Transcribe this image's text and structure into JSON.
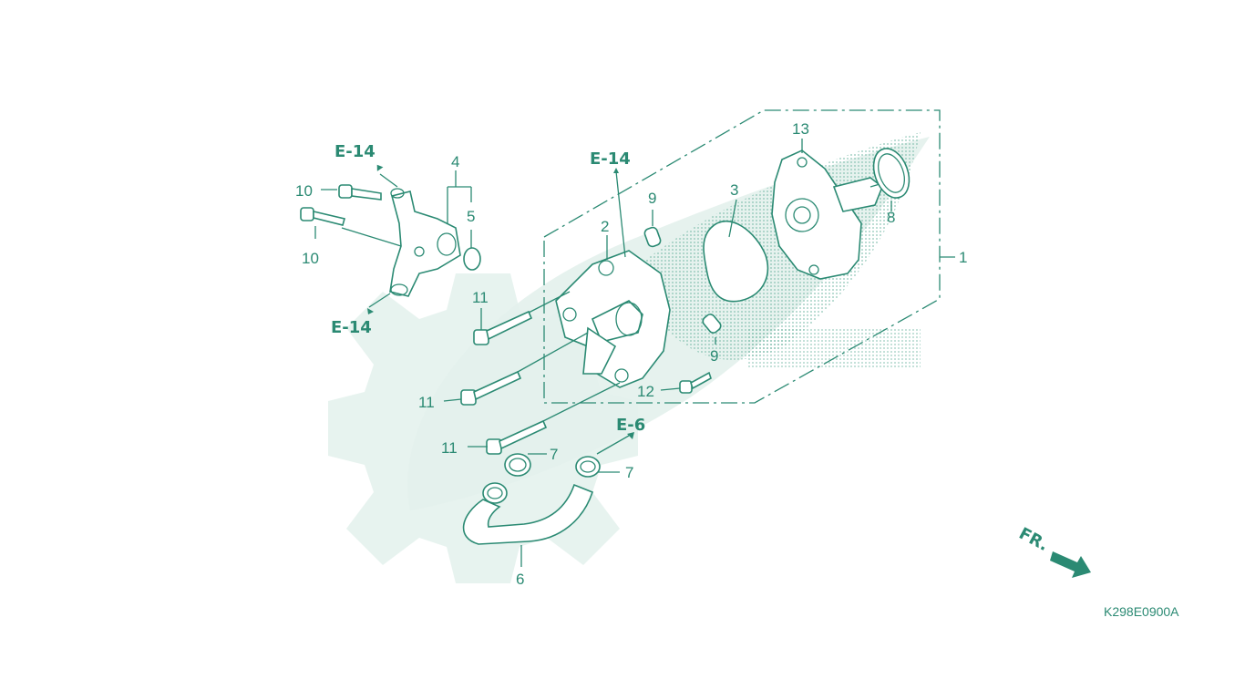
{
  "colors": {
    "line": "#2b8a73",
    "watermark": "#e3f1ec",
    "background": "#ffffff"
  },
  "callouts": {
    "c1": "1",
    "c2": "2",
    "c3": "3",
    "c4": "4",
    "c5": "5",
    "c6": "6",
    "c7a": "7",
    "c7b": "7",
    "c8": "8",
    "c9a": "9",
    "c9b": "9",
    "c10a": "10",
    "c10b": "10",
    "c11a": "11",
    "c11b": "11",
    "c11c": "11",
    "c12": "12",
    "c13": "13"
  },
  "references": {
    "e14_top": "E-14",
    "e14_bottom": "E-14",
    "e14_center": "E-14",
    "e6": "E-6"
  },
  "direction": {
    "label": "FR."
  },
  "figure_code": "K298E0900A",
  "icons": [
    "front-direction-arrow-icon",
    "watermark-gear-logo"
  ]
}
